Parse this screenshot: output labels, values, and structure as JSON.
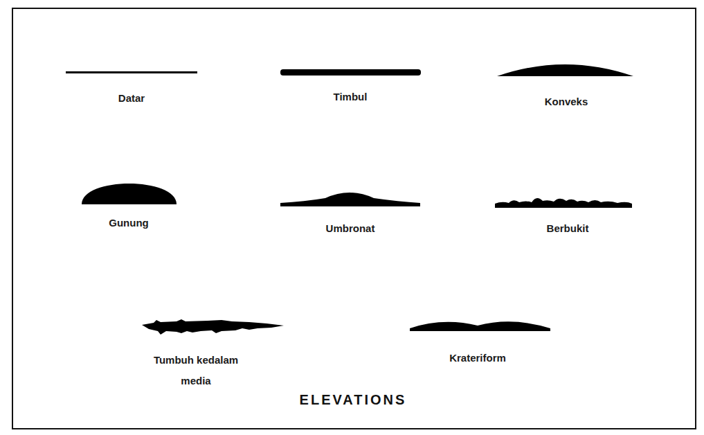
{
  "diagram": {
    "caption": "ELEVATIONS",
    "labels": [
      "Datar",
      "Timbul",
      "Konveks",
      "Gunung",
      "Umbronat",
      "Berbukit",
      "Tumbuh kedalam media",
      "Krateriform"
    ]
  }
}
